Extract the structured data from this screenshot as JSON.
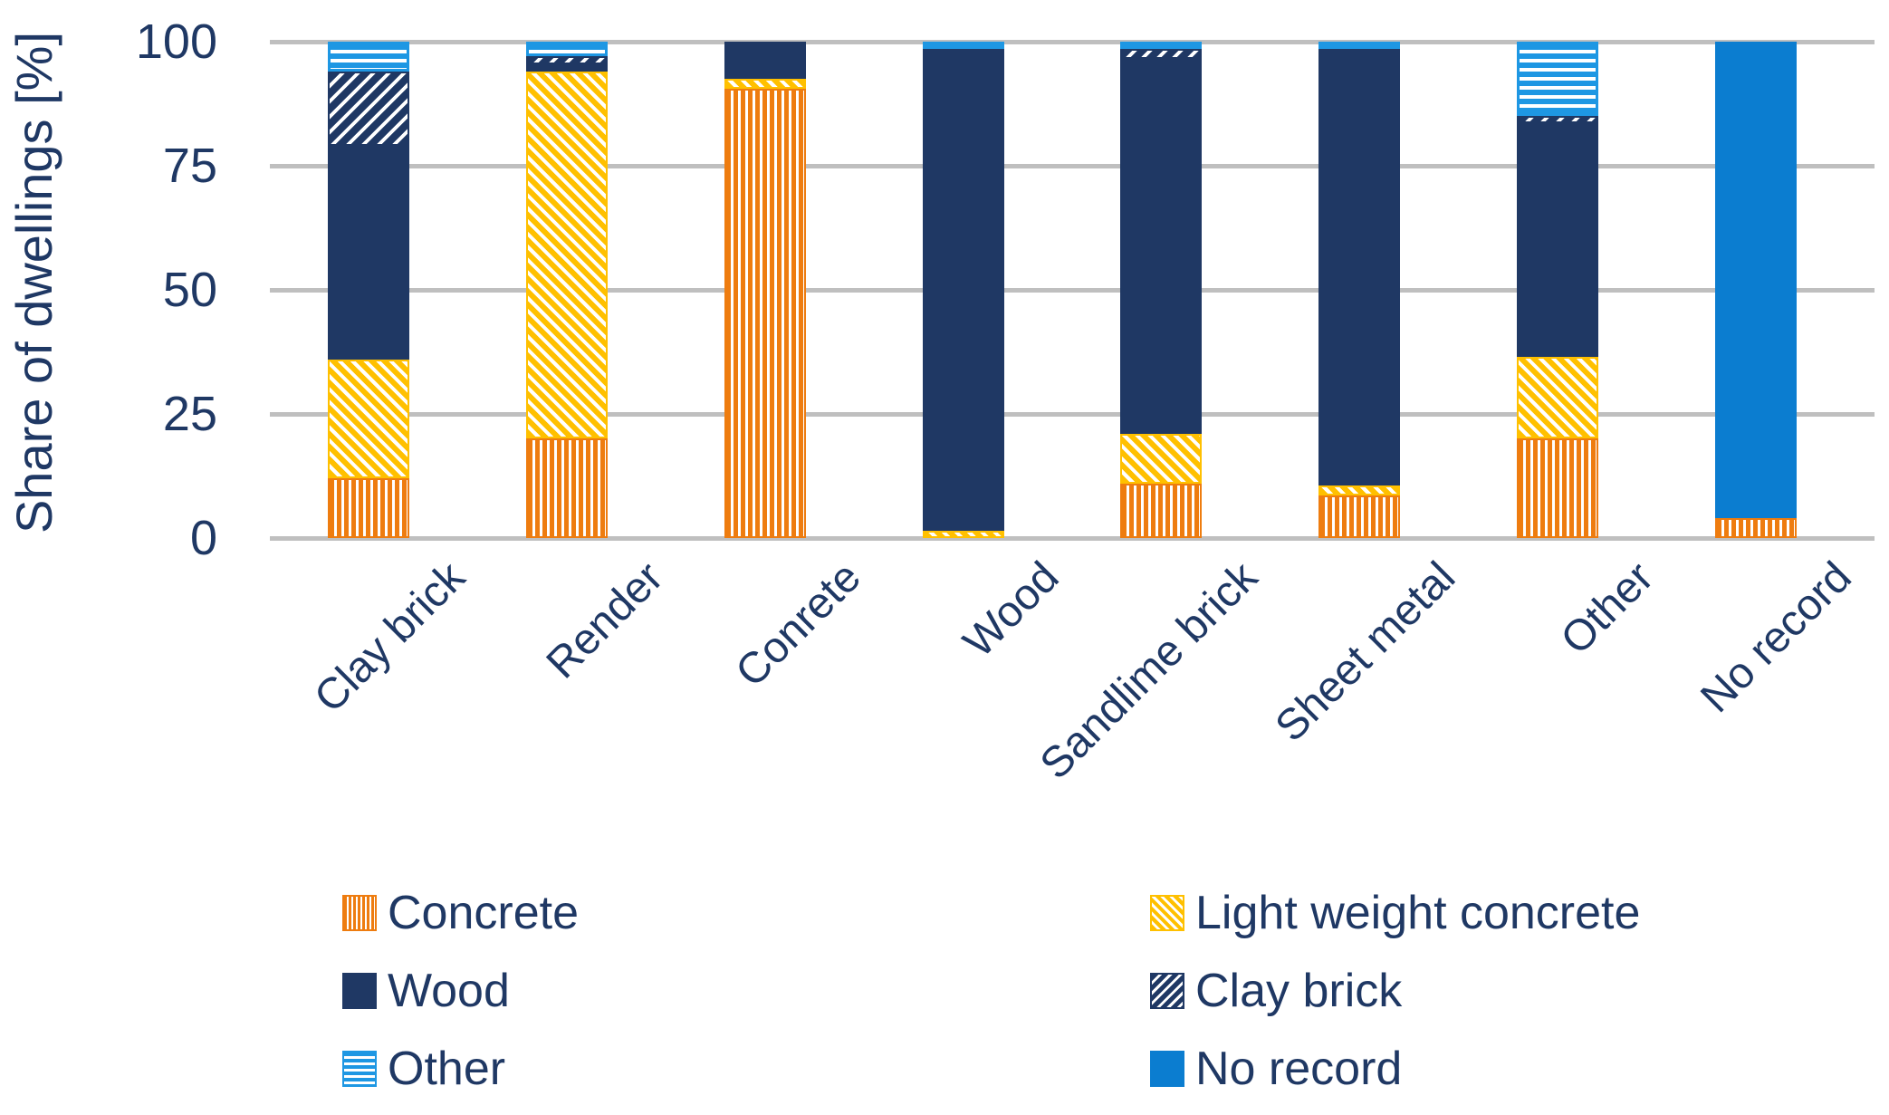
{
  "chart_data": {
    "type": "bar",
    "stacked": true,
    "title": "",
    "ylabel": "Share of dwellings [%]",
    "xlabel": "",
    "ylim": [
      0,
      100
    ],
    "yticks": [
      0,
      25,
      50,
      75,
      100
    ],
    "grid": true,
    "legend_position": "bottom",
    "categories": [
      "Clay brick",
      "Render",
      "Conrete",
      "Wood",
      "Sandlime brick",
      "Sheet metal",
      "Other",
      "No record"
    ],
    "series": [
      {
        "name": "Concrete",
        "pattern": "concrete",
        "color": "#EE7C0F",
        "values": [
          12,
          20,
          90.5,
          0,
          11,
          8.5,
          20,
          4
        ]
      },
      {
        "name": "Light weight concrete",
        "pattern": "lwc",
        "color": "#FFC000",
        "values": [
          24,
          74,
          2,
          1.5,
          10,
          2,
          16.5,
          0
        ]
      },
      {
        "name": "Wood",
        "pattern": "wood",
        "color": "#1F3864",
        "values": [
          43,
          1.5,
          7.5,
          97,
          75.5,
          88,
          47,
          0
        ]
      },
      {
        "name": "Clay brick",
        "pattern": "claybrick",
        "color": "#1F3864",
        "values": [
          15,
          1.5,
          0,
          0,
          2,
          0,
          1.5,
          0
        ]
      },
      {
        "name": "Other",
        "pattern": "other",
        "color": "#1E97E3",
        "values": [
          6,
          3,
          0,
          1.5,
          1.5,
          1.5,
          15,
          0
        ]
      },
      {
        "name": "No record",
        "pattern": "norecord",
        "color": "#0B7DD0",
        "values": [
          0,
          0,
          0,
          0,
          0,
          0,
          0,
          96
        ]
      }
    ]
  },
  "legend": {
    "columns": [
      {
        "items": [
          {
            "label": "Concrete",
            "pattern": "concrete"
          },
          {
            "label": "Wood",
            "pattern": "wood"
          },
          {
            "label": "Other",
            "pattern": "other"
          }
        ]
      },
      {
        "items": [
          {
            "label": "Light weight concrete",
            "pattern": "lwc"
          },
          {
            "label": "Clay brick",
            "pattern": "claybrick"
          },
          {
            "label": "No record",
            "pattern": "norecord"
          }
        ]
      }
    ]
  },
  "colors": {
    "text": "#1F3864",
    "gridline": "#BFBFBF",
    "concrete_orange": "#EE7C0F",
    "lightweight_yellow": "#FFC000",
    "wood_navy": "#1F3864",
    "other_lightblue": "#1E97E3",
    "no_record_blue": "#0B7DD0"
  }
}
